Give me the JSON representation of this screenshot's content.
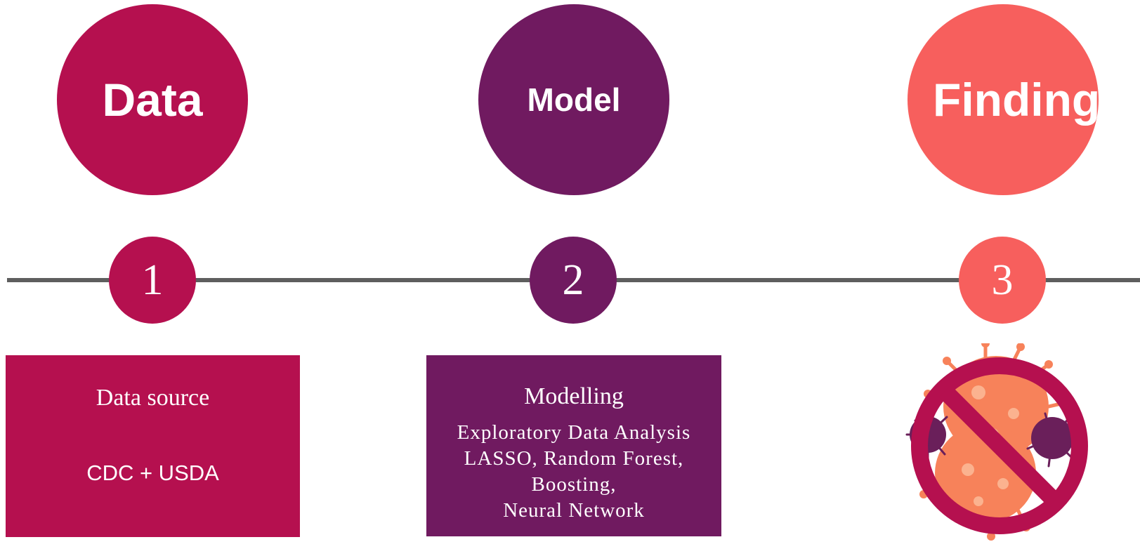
{
  "stages": [
    {
      "title": "Data",
      "number": "1",
      "box_heading": "Data source",
      "box_text": "CDC + USDA"
    },
    {
      "title": "Model",
      "number": "2",
      "box_heading": "Modelling",
      "box_lines": [
        "Exploratory Data Analysis",
        "LASSO, Random Forest,",
        "Boosting,",
        "Neural Network"
      ]
    },
    {
      "title": "Findings",
      "number": "3"
    }
  ],
  "colors": {
    "data": "#b5104f",
    "model": "#701a60",
    "findings": "#f75f5d",
    "timeline": "#5e5e5e"
  },
  "icons": {
    "findings_icon": "no-virus-icon"
  }
}
